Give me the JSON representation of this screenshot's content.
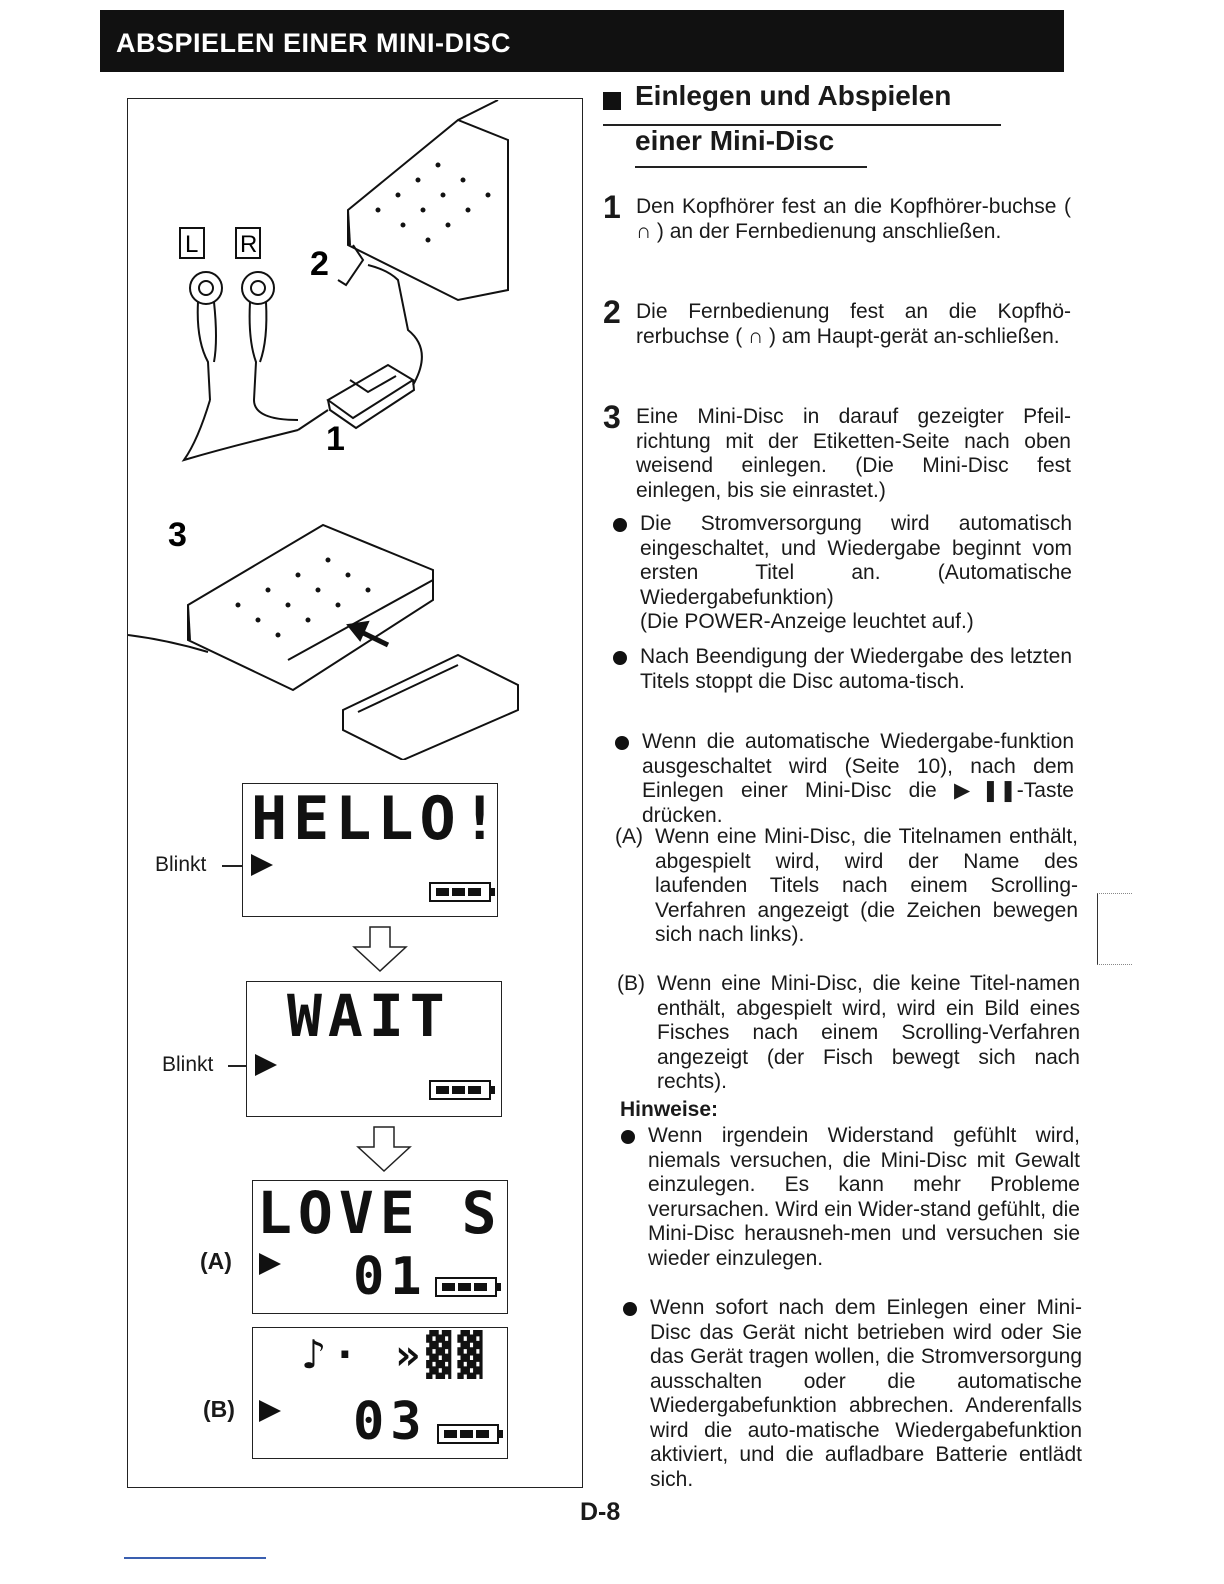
{
  "banner": {
    "title": "ABSPIELEN EINER MINI-DISC"
  },
  "heading": {
    "line1": "Einlegen und Abspielen",
    "line2": "einer Mini-Disc"
  },
  "steps": [
    {
      "num": "1",
      "text": "Den Kopfhörer fest an die Kopfhörer-buchse ( ∩ ) an der Fernbedienung anschließen."
    },
    {
      "num": "2",
      "text": "Die Fernbedienung fest an die Kopfhö-rerbuchse ( ∩ ) am Haupt-gerät an-schließen."
    },
    {
      "num": "3",
      "text": "Eine Mini-Disc in darauf gezeigter Pfeil-richtung mit der Etiketten-Seite nach oben weisend einlegen. (Die Mini-Disc fest einlegen, bis sie einrastet.)"
    }
  ],
  "bullets": [
    {
      "text": "Die Stromversorgung wird automatisch eingeschaltet, und Wiedergabe beginnt vom ersten Titel an. (Automatische Wiedergabefunktion)",
      "extra": "(Die POWER-Anzeige leuchtet auf.)"
    },
    {
      "text": "Nach Beendigung der Wiedergabe des letzten Titels stoppt die Disc automa-tisch."
    },
    {
      "text": "Wenn die automatische Wiedergabe-funktion ausgeschaltet wird (Seite 10), nach dem Einlegen einer Mini-Disc die ▶❚❚-Taste drücken."
    }
  ],
  "subs": [
    {
      "label": "(A)",
      "text": "Wenn eine Mini-Disc, die Titelnamen enthält, abgespielt wird, wird der Name des laufenden Titels nach einem Scrolling-Verfahren angezeigt (die Zeichen bewegen sich nach links)."
    },
    {
      "label": "(B)",
      "text": "Wenn eine Mini-Disc, die keine Titel-namen enthält, abgespielt wird, wird ein Bild eines Fisches nach einem Scrolling-Verfahren angezeigt (der Fisch bewegt sich nach rechts)."
    }
  ],
  "hinweise": {
    "title": "Hinweise:",
    "items": [
      "Wenn irgendein Widerstand gefühlt wird, niemals versuchen, die Mini-Disc mit Gewalt einzulegen. Es kann mehr Probleme verursachen. Wird ein Wider-stand gefühlt, die Mini-Disc herausneh-men und versuchen sie wieder einzulegen.",
      "Wenn sofort nach dem Einlegen einer Mini-Disc das Gerät nicht betrieben wird oder Sie das Gerät tragen wollen, die Stromversorgung ausschalten oder die automatische Wiedergabefunktion abbrechen. Anderenfalls wird die auto-matische Wiedergabefunktion aktiviert, und die aufladbare Batterie entlädt sich."
    ]
  },
  "figure": {
    "labels": {
      "l": "L",
      "r": "R",
      "n1": "1",
      "n2": "2",
      "n3": "3"
    },
    "displays": [
      {
        "text": "HELLO!",
        "side": "Blinkt"
      },
      {
        "text": "WAIT",
        "side": "Blinkt"
      },
      {
        "text": "LOVE S",
        "track": "01",
        "side": "(A)"
      },
      {
        "text": "♪· »▓▓",
        "track": "03",
        "side": "(B)"
      }
    ]
  },
  "page": {
    "number": "D-8"
  }
}
